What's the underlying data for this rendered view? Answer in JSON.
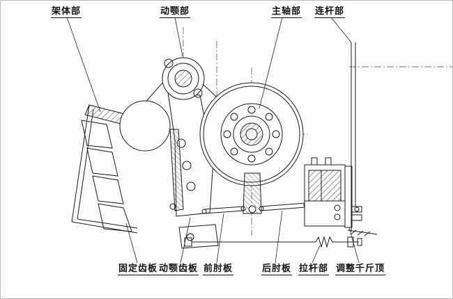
{
  "diagram": {
    "description": "jaw crusher sectional drawing",
    "top_labels": [
      {
        "text": "架体部"
      },
      {
        "text": "动颚部"
      },
      {
        "text": "主轴部"
      },
      {
        "text": "连杆部"
      }
    ],
    "bottom_labels": [
      {
        "text": "固定齿板"
      },
      {
        "text": "动颚齿板"
      },
      {
        "text": "前肘板"
      },
      {
        "text": "后肘板"
      },
      {
        "text": "拉杆部"
      },
      {
        "text": "调整千斤顶"
      }
    ],
    "colors": {
      "line": "#1a1a1a",
      "background": "#fdfdfd"
    }
  }
}
